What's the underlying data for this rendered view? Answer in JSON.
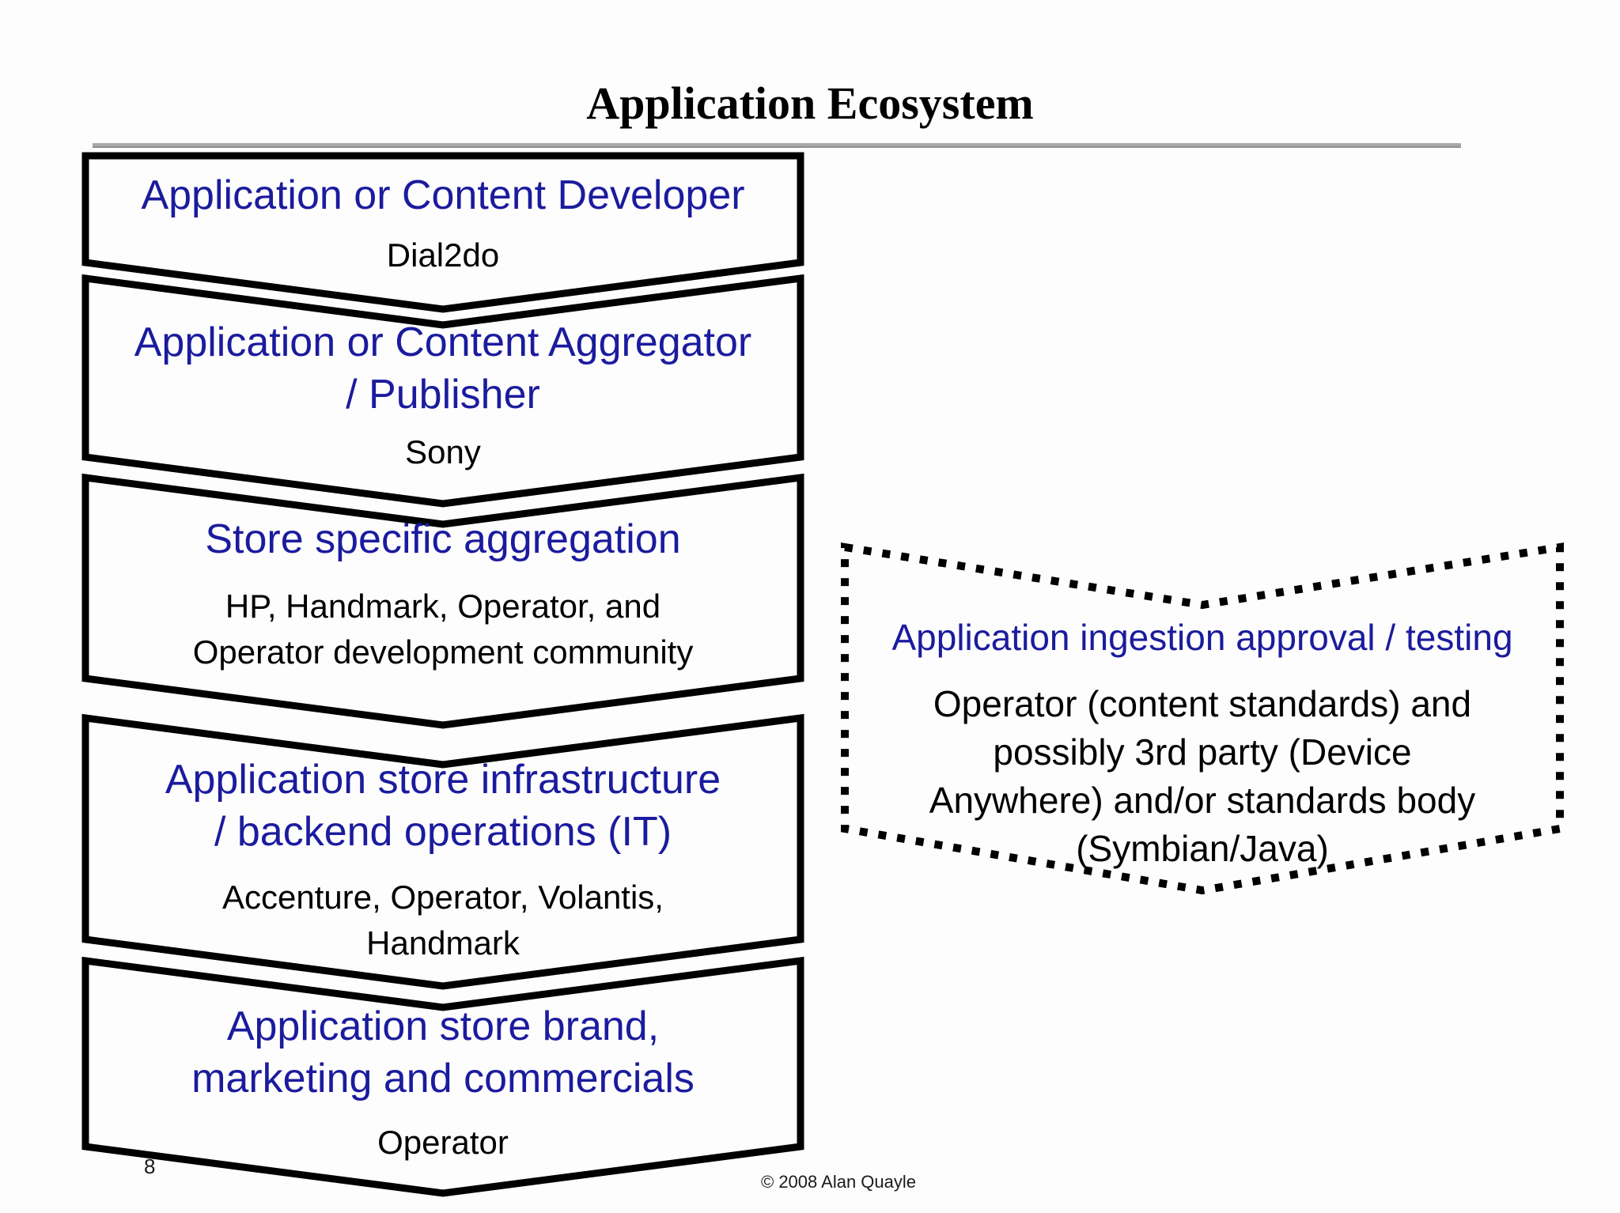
{
  "slide": {
    "title": "Application Ecosystem",
    "page_number": "8",
    "copyright": "© 2008 Alan Quayle"
  },
  "colors": {
    "heading_blue": "#1b1b9e",
    "border_black": "#000000",
    "rule_gray": "#a9a9a9",
    "background": "#fdfdfd"
  },
  "boxes": [
    {
      "heading_lines": [
        "Application or Content Developer"
      ],
      "sub_lines": [
        "Dial2do"
      ]
    },
    {
      "heading_lines": [
        "Application or Content Aggregator",
        "/ Publisher"
      ],
      "sub_lines": [
        "Sony"
      ]
    },
    {
      "heading_lines": [
        "Store specific aggregation"
      ],
      "sub_lines": [
        "HP, Handmark, Operator, and",
        "Operator development community"
      ]
    },
    {
      "heading_lines": [
        "Application store infrastructure",
        "/ backend operations (IT)"
      ],
      "sub_lines": [
        "Accenture, Operator, Volantis,",
        "Handmark"
      ]
    },
    {
      "heading_lines": [
        "Application store brand,",
        "marketing and commercials"
      ],
      "sub_lines": [
        "Operator"
      ]
    }
  ],
  "side_box": {
    "heading_lines": [
      "Application ingestion approval / testing"
    ],
    "sub_lines": [
      "Operator (content standards) and",
      "possibly 3rd party (Device",
      "Anywhere) and/or standards body",
      "(Symbian/Java)"
    ]
  }
}
